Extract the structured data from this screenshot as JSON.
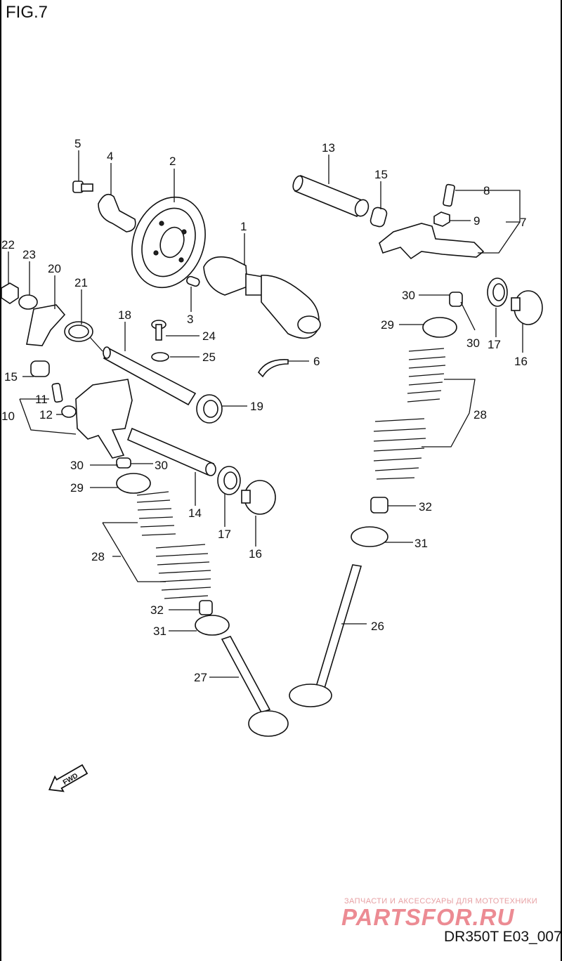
{
  "header": {
    "title": "FIG.7"
  },
  "labels": {
    "l1": "1",
    "l2": "2",
    "l3": "3",
    "l4": "4",
    "l5": "5",
    "l6": "6",
    "l7": "7",
    "l8": "8",
    "l9": "9",
    "l10": "10",
    "l11": "11",
    "l12": "12",
    "l13": "13",
    "l14": "14",
    "l15a": "15",
    "l15b": "15",
    "l16a": "16",
    "l16b": "16",
    "l17a": "17",
    "l17b": "17",
    "l18": "18",
    "l19": "19",
    "l20": "20",
    "l21": "21",
    "l22": "22",
    "l23": "23",
    "l24": "24",
    "l25": "25",
    "l26": "26",
    "l27": "27",
    "l28a": "28",
    "l28b": "28",
    "l29a": "29",
    "l29b": "29",
    "l30a": "30",
    "l30b": "30",
    "l30c": "30",
    "l30d": "30",
    "l31a": "31",
    "l31b": "31",
    "l32a": "32",
    "l32b": "32"
  },
  "fwd": "FWD",
  "watermark": {
    "tagline": "ЗАПЧАСТИ И АКСЕССУАРЫ ДЛЯ МОТОТЕХНИКИ",
    "logo": "PARTSFOR.RU"
  },
  "footer": {
    "code": "DR350T E03_007"
  },
  "colors": {
    "line": "#111111",
    "watermark": "#ec8b93"
  }
}
